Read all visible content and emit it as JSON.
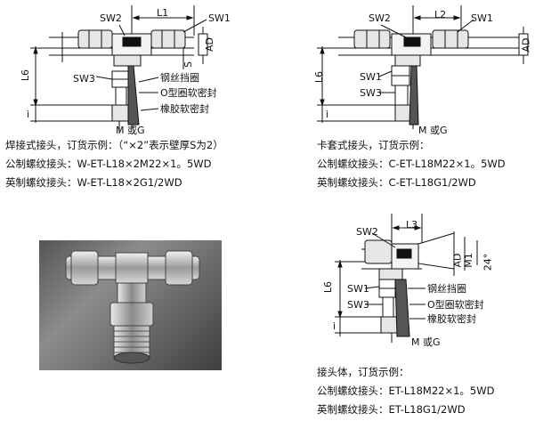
{
  "diagram1": {
    "labels": {
      "l": "L1",
      "sw2": "SW2",
      "sw1": "SW1",
      "ad": "AD",
      "s": "S",
      "l6": "L6",
      "sw3": "SW3",
      "i": "i",
      "mg": "M 或G",
      "c1": "钢丝挡圈",
      "c2": "O型圈软密封",
      "c3": "橡胶软密封"
    }
  },
  "diagram2": {
    "labels": {
      "l": "L2",
      "sw2": "SW2",
      "sw1_top": "SW1",
      "ad": "AD",
      "l6": "L6",
      "sw1": "SW1",
      "sw3": "SW3",
      "i": "i",
      "mg": "M 或G"
    }
  },
  "diagram3": {
    "labels": {
      "l": "L3",
      "sw2": "SW2",
      "ad": "AD",
      "m1": "M1",
      "angle": "24°",
      "l6": "L6",
      "sw1": "SW1",
      "sw3": "SW3",
      "i": "i",
      "mg": "M 或G",
      "c1": "钢丝挡圈",
      "c2": "O型圈软密封",
      "c3": "橡胶软密封"
    }
  },
  "order1": {
    "title": "焊接式接头，订货示例：（“×2”表示壁厚S为2）",
    "metric": "公制螺纹接头：W-ET-L18×2M22×1。5WD",
    "imperial": "英制螺纹接头：W-ET-L18×2G1/2WD"
  },
  "order2": {
    "title": "卡套式接头，订货示例：",
    "metric": "公制螺纹接头：C-ET-L18M22×1。5WD",
    "imperial": "英制螺纹接头：C-ET-L18G1/2WD"
  },
  "order3": {
    "title": "接头体，订货示例：",
    "metric": "公制螺纹接头：ET-L18M22×1。5WD",
    "imperial": "英制螺纹接头：ET-L18G1/2WD"
  }
}
